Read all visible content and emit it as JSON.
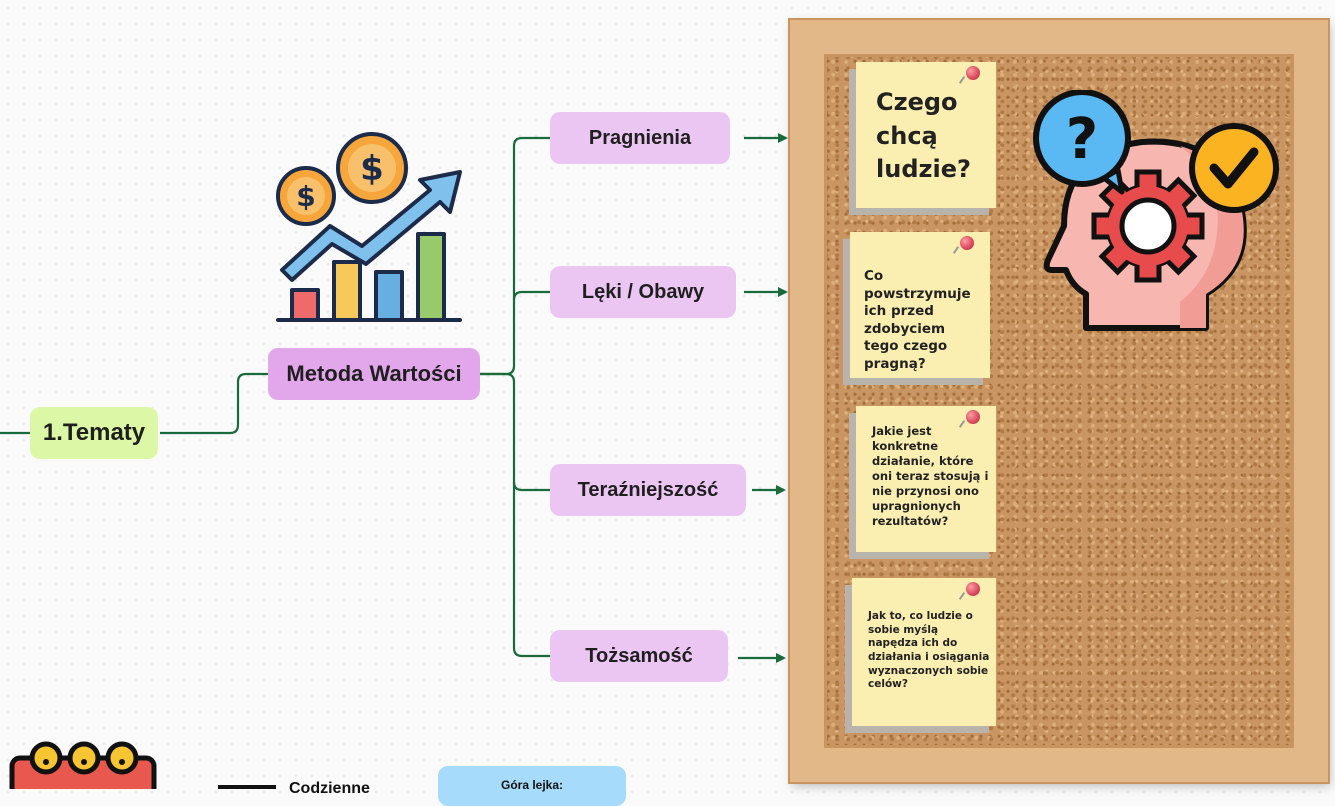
{
  "mindmap": {
    "root": {
      "label": "1.Tematy"
    },
    "main": {
      "label": "Metoda Wartości"
    },
    "branches": [
      {
        "label": "Pragnienia"
      },
      {
        "label": "Lęki / Obawy"
      },
      {
        "label": "Teraźniejszość"
      },
      {
        "label": "Tożsamość"
      }
    ]
  },
  "board": {
    "notes": [
      {
        "text": "Czego chcą ludzie?"
      },
      {
        "text": "Co powstrzymuje ich przed zdobyciem tego czego pragną?"
      },
      {
        "text": "Jakie jest konkretne działanie, które oni teraz stosują i nie przynosi ono upragnionych rezultatów?"
      },
      {
        "text": "Jak to, co ludzie o sobie myślą napędza ich do działania i osiągania wyznaczonych sobie celów?"
      }
    ]
  },
  "bottom": {
    "daily_label": "Codzienne",
    "funnel_top_label": "Góra lejka:"
  },
  "colors": {
    "connector": "#1a6b3c",
    "root_fill": "#dcf8a6",
    "main_fill": "#e2a6ea",
    "branch_fill": "#ecc6f3",
    "note_fill": "#fbeeb1",
    "cork": "#c99562",
    "frame": "#e2b888"
  }
}
